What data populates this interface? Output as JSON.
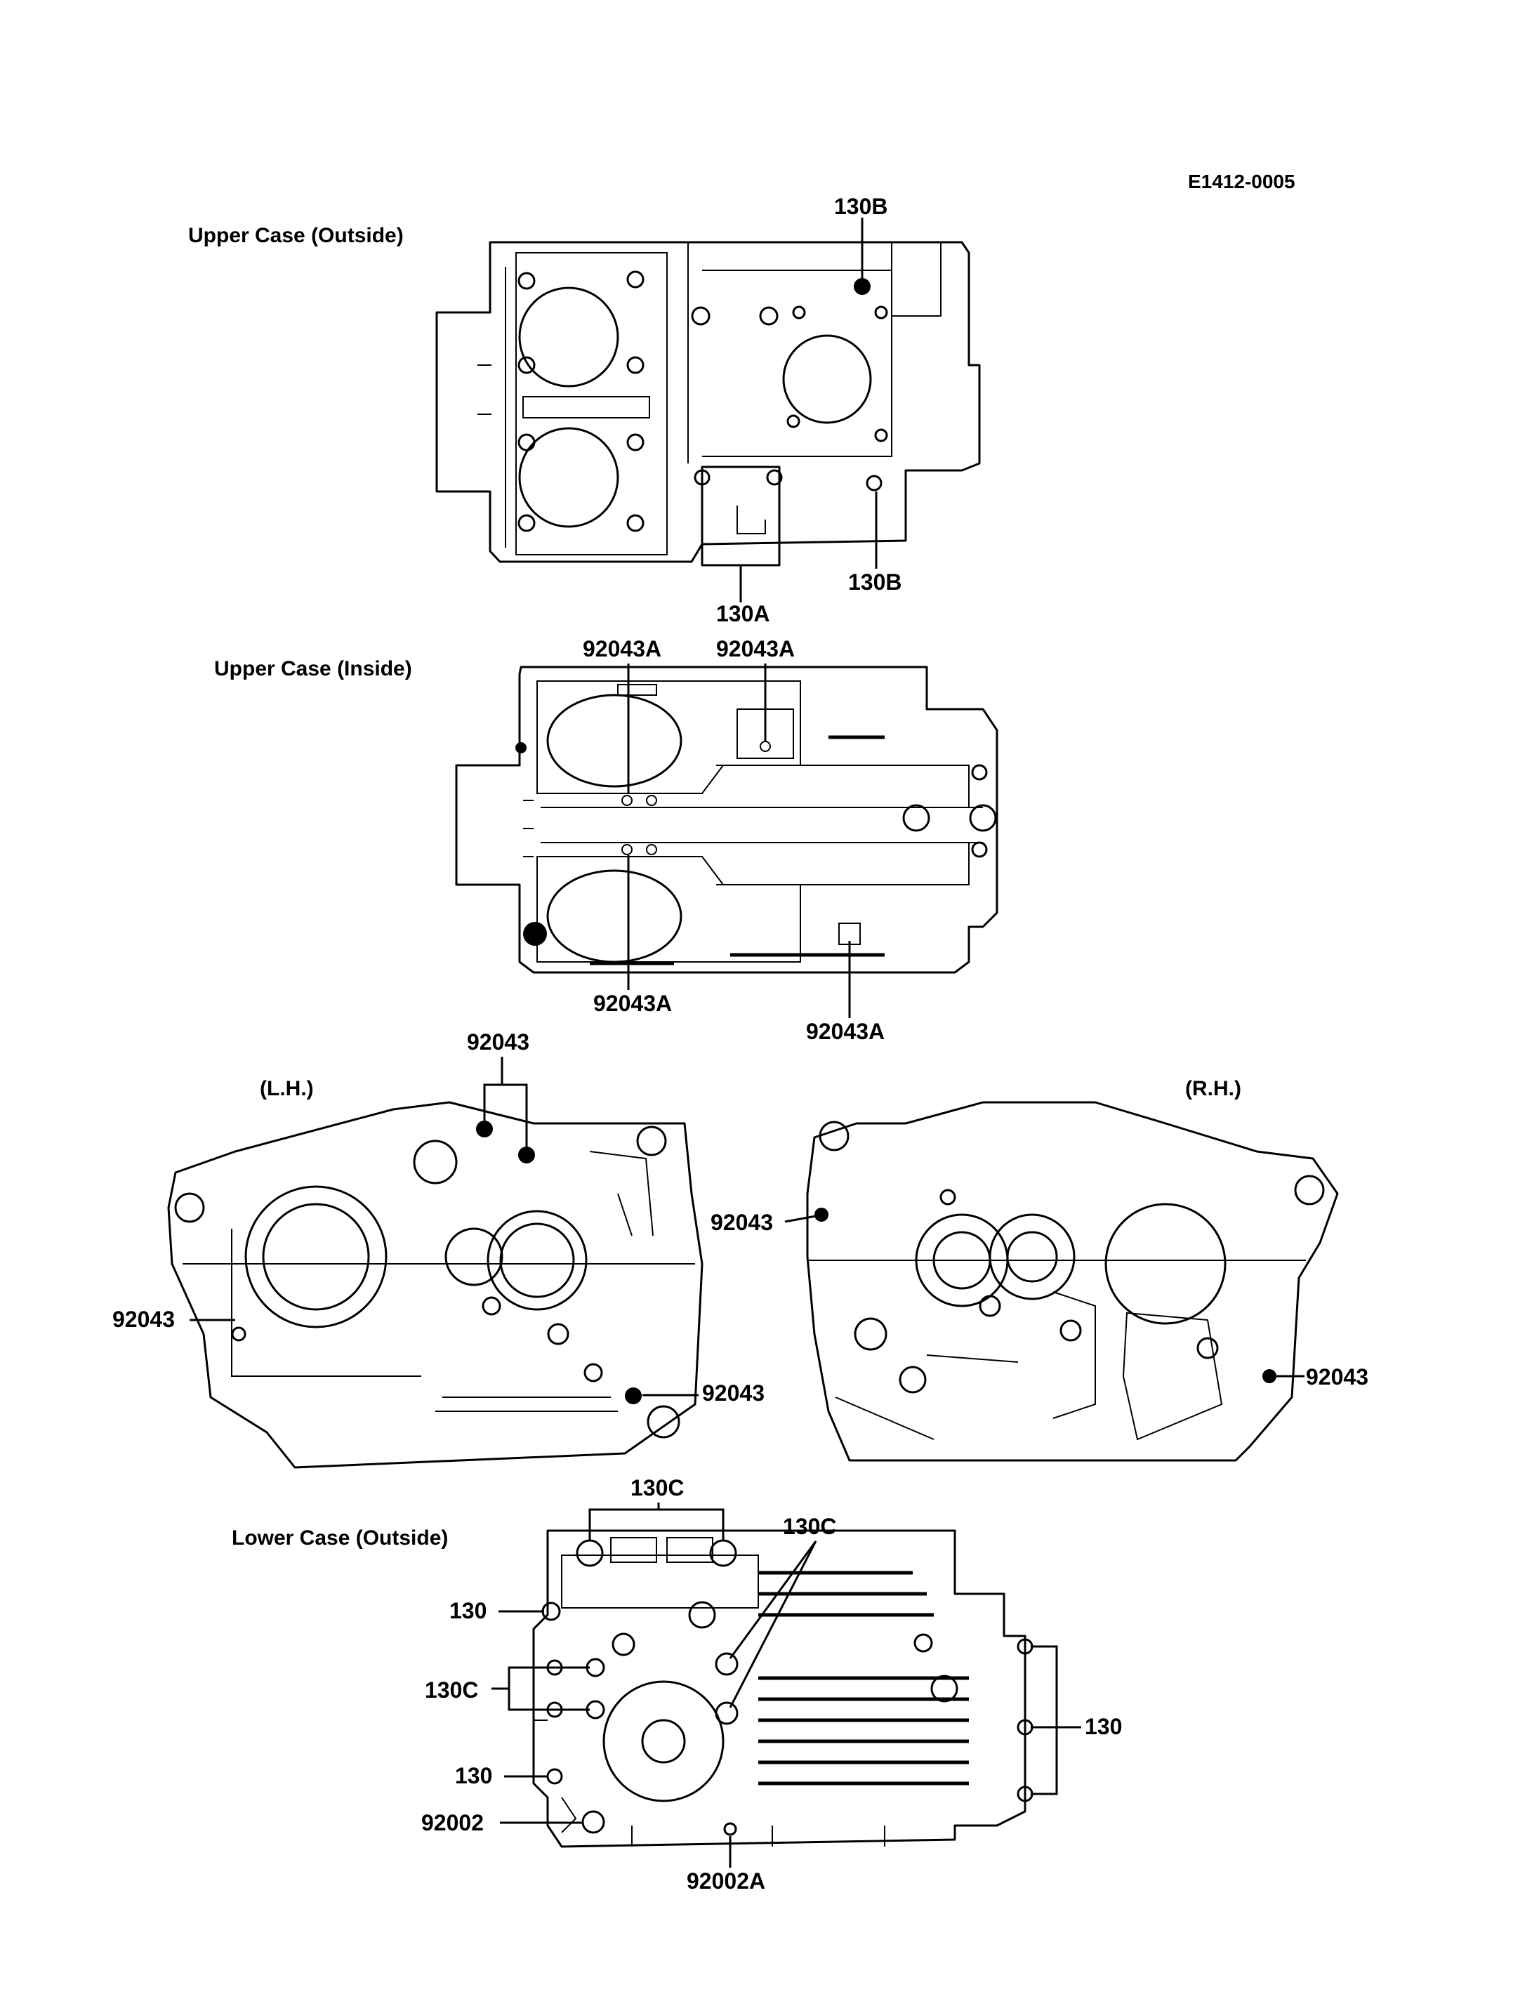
{
  "doc_code": "E1412-0005",
  "sections": {
    "upper_outside": {
      "title": "Upper Case (Outside)",
      "callouts": {
        "top_130b": "130B",
        "bottom_130b": "130B",
        "bottom_130a": "130A"
      }
    },
    "upper_inside": {
      "title": "Upper Case (Inside)",
      "callouts": {
        "top_left": "92043A",
        "top_right": "92043A",
        "bottom_left": "92043A",
        "bottom_right": "92043A"
      }
    },
    "left_side": {
      "title": "(L.H.)",
      "callouts": {
        "top": "92043",
        "left": "92043",
        "bottom": "92043"
      }
    },
    "right_side": {
      "title": "(R.H.)",
      "callouts": {
        "left": "92043",
        "right": "92043"
      }
    },
    "lower_outside": {
      "title": "Lower Case (Outside)",
      "callouts": {
        "top_130c": "130C",
        "right_130c": "130C",
        "left_130_top": "130",
        "left_130c": "130C",
        "left_130_bottom": "130",
        "left_92002": "92002",
        "right_130": "130",
        "bottom_92002a": "92002A"
      }
    }
  }
}
